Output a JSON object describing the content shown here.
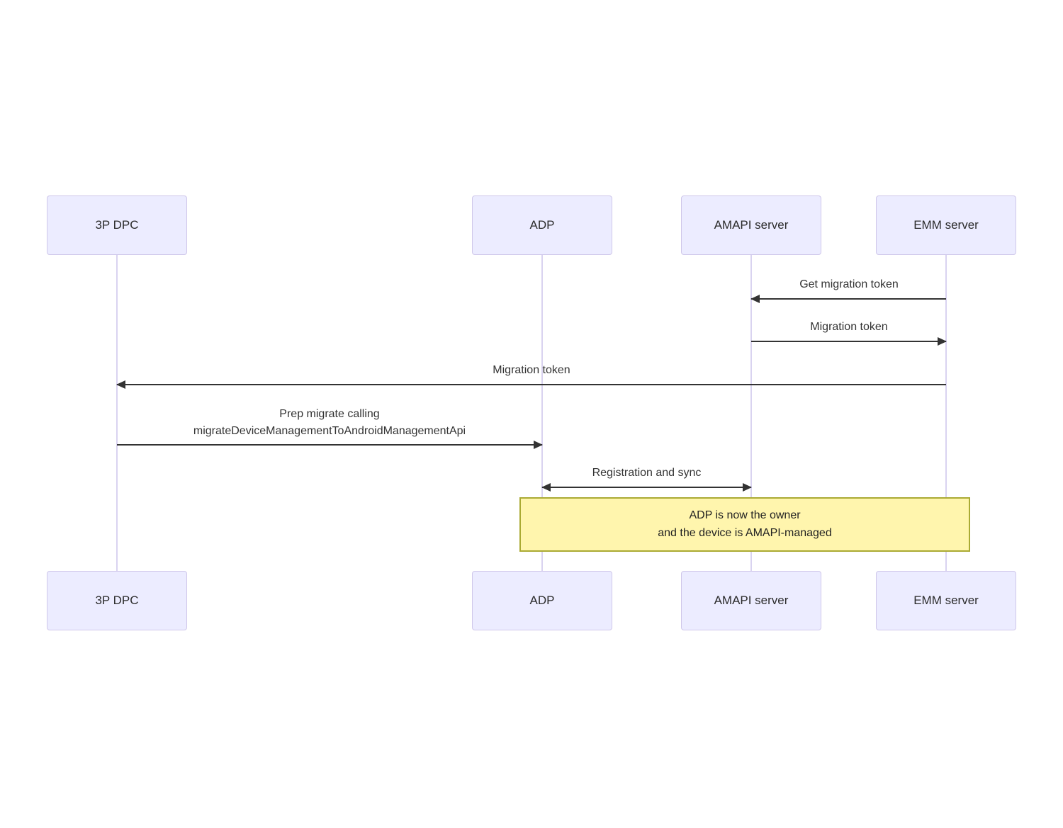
{
  "diagram_type": "sequence",
  "participants": [
    {
      "label": "3P DPC"
    },
    {
      "label": "ADP"
    },
    {
      "label": "AMAPI server"
    },
    {
      "label": "EMM server"
    }
  ],
  "messages": [
    {
      "from": "EMM server",
      "to": "AMAPI server",
      "label": "Get migration token",
      "direction": "left"
    },
    {
      "from": "AMAPI server",
      "to": "EMM server",
      "label": "Migration token",
      "direction": "right"
    },
    {
      "from": "EMM server",
      "to": "3P DPC",
      "label": "Migration token",
      "direction": "left"
    },
    {
      "from": "3P DPC",
      "to": "ADP",
      "label_line1": "Prep migrate calling",
      "label_line2": "migrateDeviceManagementToAndroidManagementApi",
      "direction": "right"
    },
    {
      "from": "ADP",
      "to": "AMAPI server",
      "label": "Registration and sync",
      "direction": "both"
    }
  ],
  "note": {
    "over": [
      "ADP",
      "AMAPI server",
      "EMM server"
    ],
    "line1": "ADP is now the owner",
    "line2": "and the device is AMAPI-managed"
  },
  "colors": {
    "actor_fill": "#ECECFF",
    "actor_border": "#CFC7EA",
    "lifeline": "#D9D3F0",
    "arrow": "#333333",
    "text": "#333333",
    "note_fill": "#FFF5AD",
    "note_border": "#AAAA33"
  }
}
